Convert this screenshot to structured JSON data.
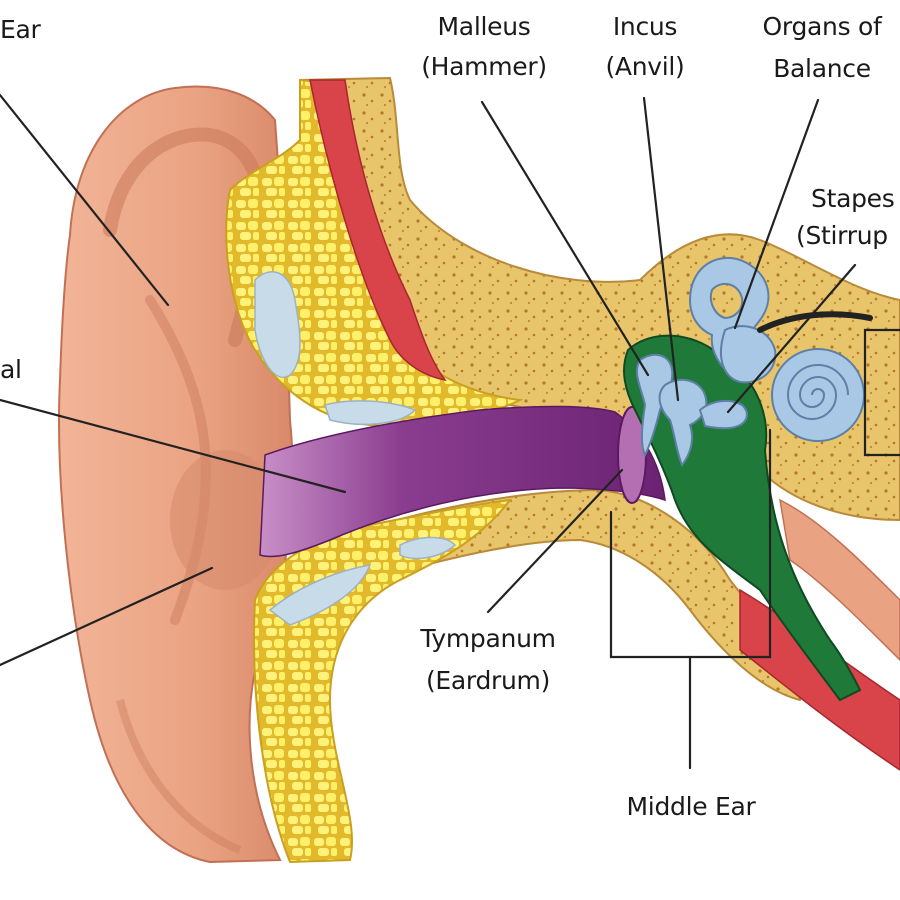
{
  "labels": {
    "outer_ear": "Ear",
    "ear_canal": "al",
    "malleus": [
      "Malleus",
      "(Hammer)"
    ],
    "incus": [
      "Incus",
      "(Anvil)"
    ],
    "organs_of_balance": [
      "Organs of",
      "Balance"
    ],
    "stapes": [
      "Stapes",
      "(Stirrup"
    ],
    "tympanum": [
      "Tympanum",
      "(Eardrum)"
    ],
    "middle_ear": "Middle Ear"
  },
  "colors": {
    "skin": "#e9a382",
    "skin_shadow": "#c9785a",
    "bone": "#e8c56a",
    "bone_dots": "#b5772e",
    "fat": "#f4e24a",
    "fat_cell": "#fff27a",
    "canal": "#7b2d82",
    "canal_light": "#a65aa8",
    "middle_ear_cavity": "#1f7a3a",
    "muscle": "#d9434a",
    "inner_ear": "#a9c8e6",
    "inner_ear_dark": "#5e7fa6",
    "cartilage": "#c8dbe8"
  }
}
